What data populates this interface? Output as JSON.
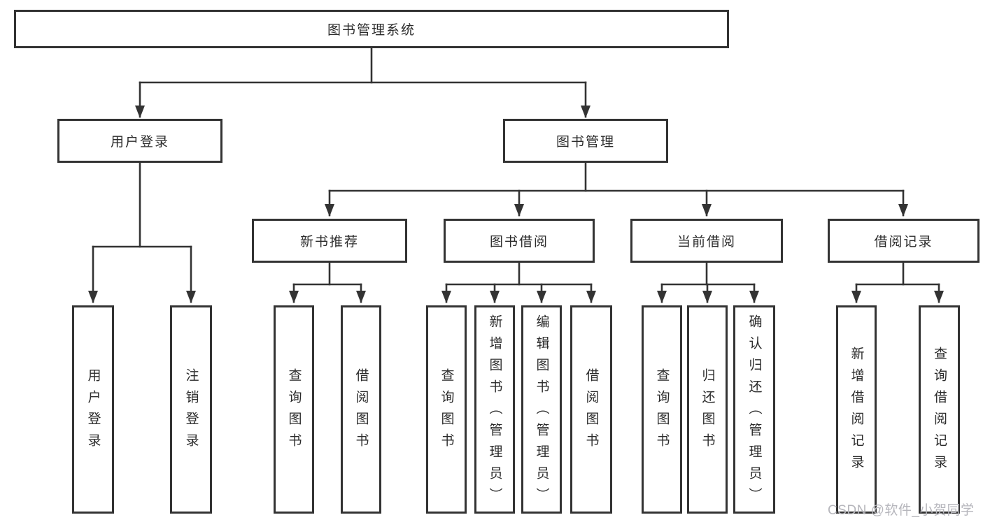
{
  "diagram": {
    "root": {
      "label": "图书管理系统"
    },
    "user_branch": {
      "label": "用户登录",
      "children": [
        {
          "label": "用户登录"
        },
        {
          "label": "注销登录"
        }
      ]
    },
    "book_branch": {
      "label": "图书管理",
      "sections": [
        {
          "label": "新书推荐",
          "children": [
            {
              "label": "查询图书"
            },
            {
              "label": "借阅图书"
            }
          ]
        },
        {
          "label": "图书借阅",
          "children": [
            {
              "label": "查询图书"
            },
            {
              "label": "新增图书（管理员）"
            },
            {
              "label": "编辑图书（管理员）"
            },
            {
              "label": "借阅图书"
            }
          ]
        },
        {
          "label": "当前借阅",
          "children": [
            {
              "label": "查询图书"
            },
            {
              "label": "归还图书"
            },
            {
              "label": "确认归还（管理员）"
            }
          ]
        },
        {
          "label": "借阅记录",
          "children": [
            {
              "label": "新增借阅记录"
            },
            {
              "label": "查询借阅记录"
            }
          ]
        }
      ]
    }
  },
  "watermark": {
    "text": "CSDN @软件_小贺同学"
  },
  "colors": {
    "line": "#333333",
    "text": "#2b2b2b",
    "box-bg": "#ffffff",
    "watermark": "#b6b6bc",
    "canvas-bg": "#ffffff"
  }
}
